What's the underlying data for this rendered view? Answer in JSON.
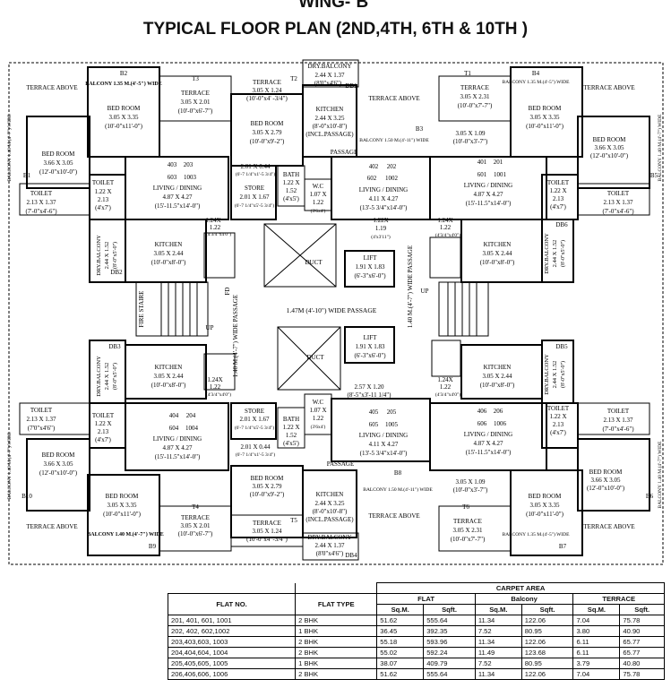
{
  "header": {
    "wing": "WING-`B'",
    "title": "TYPICAL FLOOR PLAN (2ND,4TH, 6TH & 10TH )"
  },
  "plan": {
    "tl": {
      "terrace_above": "TERRACE ABOVE",
      "b2_balcony": "BALCONY 1.35 M.(4'-5\") WIDE",
      "b2": "B2",
      "t3": "T3",
      "terrace": "TERRACE",
      "terrace_dim": "3.05 X 2.01",
      "terrace_ft": "(10'-0\"x6'-7\")",
      "bed1": "BED ROOM",
      "bed1_dim": "3.05 X 3.35",
      "bed1_ft": "(10'-0\"x11'-0\")",
      "b1_balcony": "BALCONY 1.40 M.(4'-7\") WIDE",
      "bed2": "BED ROOM",
      "bed2_dim": "3.66 X 3.05",
      "bed2_ft": "(12'-0\"x10'-0\")",
      "b1": "B1",
      "toilet1": "TOILET",
      "toilet1_dim": "2.13 X 1.37",
      "toilet1_ft": "(7'-0\"x4'-6\")",
      "toilet2": "TOILET",
      "toilet2_dim": "1.22 X",
      "toilet2_dim2": "2.13",
      "toilet2_ft": "(4'x7')",
      "flats": [
        "403",
        "203",
        "603",
        "1003"
      ],
      "living": "LIVING / DINING",
      "living_dim": "4.87 X 4.27",
      "living_ft": "(15'-11.5\"x14'-0\")",
      "dry": "DRY.BALCONY",
      "dry_dim": "2.44 X 1.52",
      "dry_ft": "(8'-0\"x5'-0\")",
      "db2": "DB2",
      "kitchen": "KITCHEN",
      "kitchen_dim": "3.05 X 2.44",
      "kitchen_ft": "(10'-0\"x8'-0\")",
      "s124": "1.24X",
      "s122": "1.22",
      "s_ft": "(4'3/4\"x4'0\")"
    },
    "tc": {
      "dry": "DRY.BALCONY",
      "dry_dim": "2.44 X 1.37",
      "dry_ft": "(8'0\"x4'6\")",
      "db1": "DB1",
      "t2": "T2",
      "terrace": "TERRACE",
      "terrace_dim": "3.05 X 1.24",
      "terrace_ft": "(10'-0\"x4' -3/4\")",
      "kitchen": "KITCHEN",
      "kitchen_dim": "2.44 X 3.25",
      "kitchen_ft": "(8'-0\"x10'-8\")",
      "kitchen_note": "(INCL.PASSAGE)",
      "bed": "BED ROOM",
      "bed_dim": "3.05 X 2.79",
      "bed_ft": "(10'-0\"x9'-2\")",
      "passage": "PASSAGE",
      "s201": "2.01 X 0.44",
      "s201_ft": "(6'-7 1/4\"x1'-5 3/4\")",
      "store": "STORE",
      "store_dim": "2.01 X 1.67",
      "store_ft": "(6'-7 1/4\"x5'-5 3/4\")",
      "bath": "BATH",
      "bath_dim": "1.22 X",
      "bath_dim2": "1.52",
      "bath_ft": "(4'x5')",
      "wc": "W.C",
      "wc_dim": "1.07 X",
      "wc_dim2": "1.22",
      "wc_ft": "(3'6x4')",
      "flats": [
        "402",
        "202",
        "602",
        "1002"
      ],
      "living": "LIVING / DINING",
      "living_dim": "4.11 X 4.27",
      "living_ft": "(13'-5 3/4\"x14'-0\")",
      "s122": "1.22X",
      "s119": "1.19",
      "s122_ft": "(4'x3'11\")"
    },
    "tr": {
      "terrace_above_l": "TERRACE ABOVE",
      "b3_balcony": "BALCONY 1.50 M.(4'-11\") WIDE",
      "b3": "B3",
      "t1": "T1",
      "terrace": "TERRACE",
      "terrace_dim": "3.05 X 2.31",
      "terrace_ft": "(10'-0\"x7'-7\")",
      "small_dim": "3.05 X 1.09",
      "small_ft": "(10'-0\"x3'-7\")",
      "b4_balcony": "BALCONY 1.35 M.(4'-5\") WIDE",
      "b4": "B4",
      "terrace_above_r": "TERRACE ABOVE",
      "bed1": "BED ROOM",
      "bed1_dim": "3.05 X 3.35",
      "bed1_ft": "(10'-0\"x11'-0\")",
      "bed2": "BED ROOM",
      "bed2_dim": "3.66 X 3.05",
      "bed2_ft": "(12'-0\"x10'-0\")",
      "b5_balcony": "BALCONY 1.40 M.(4'-7\") WIDE",
      "b5": "B5",
      "flats": [
        "401",
        "201",
        "601",
        "1001"
      ],
      "living": "LIVING / DINING",
      "living_dim": "4.87 X 4.27",
      "living_ft": "(15'-11.5\"x14'-0\")",
      "toilet1": "TOILET",
      "toilet1_dim": "1.22 X",
      "toilet1_dim2": "2.13",
      "toilet1_ft": "(4'x7')",
      "toilet2": "TOILET",
      "toilet2_dim": "2.13 X 1.37",
      "toilet2_ft": "(7'-0\"x4'-6\")",
      "s124": "1.24X",
      "s122": "1.22",
      "s_ft": "(4'3/4\"x4'0\")",
      "kitchen": "KITCHEN",
      "kitchen_dim": "3.05 X 2.44",
      "kitchen_ft": "(10'-0\"x8'-0\")",
      "dry": "DRY.BALCONY",
      "dry_dim": "2.44 X 1.52",
      "dry_ft": "(8'-0\"x5'-0\")",
      "db6": "DB6"
    },
    "core": {
      "duct1": "DUCT",
      "lift1": "LIFT",
      "lift1_dim": "1.91 X 1.83",
      "lift1_ft": "(6'-3\"x6'-0\")",
      "duct2": "DUCT",
      "lift2": "LIFT",
      "lift2_dim": "1.91 X 1.83",
      "lift2_ft": "(6'-3\"x6'-0\")",
      "lobby_dim": "2.57 X 1.20",
      "lobby_ft": "(8'-5\"x3'-11 1/4\")",
      "wide_passage_h": "1.47M (4'-10\") WIDE PASSAGE",
      "wide_passage_l": "1.40 M.(4'-7\") WIDE PASSAGE",
      "wide_passage_r": "1.40 M.(4'-7\") WIDE PASSAGE",
      "fire_stair": "FIRE STAIRE",
      "up_l": "UP",
      "up_r": "UP",
      "fd": "FD"
    },
    "bl": {
      "db3": "DB3",
      "dry": "DRY.BALCONY",
      "dry_dim": "2.44 X 1.52",
      "dry_ft": "(8'-0\"x5'-0\")",
      "kitchen": "KITCHEN",
      "kitchen_dim": "3.05 X 2.44",
      "kitchen_ft": "(10'-0\"x8'-0\")",
      "s124": "1.24X",
      "s122": "1.22",
      "s_ft": "(4'3/4\"x4'0\")",
      "toilet1": "TOILET",
      "toilet1_dim": "2.13 X 1.37",
      "toilet1_ft": "(7'0\"x4'6\")",
      "toilet2": "TOILET",
      "toilet2_dim": "1.22 X",
      "toilet2_dim2": "2.13",
      "toilet2_ft": "(4'x7')",
      "flats": [
        "404",
        "204",
        "604",
        "1004"
      ],
      "living": "LIVING / DINING",
      "living_dim": "4.87 X 4.27",
      "living_ft": "(15'-11.5\"x14'-0\")",
      "b10_balcony": "BALCONY 1.40 M.(4'-7\") WIDE",
      "b10": "B10",
      "bed2": "BED ROOM",
      "bed2_dim": "3.66 X 3.05",
      "bed2_ft": "(12'-0\"x10'-0\")",
      "bed1": "BED ROOM",
      "bed1_dim": "3.05 X 3.35",
      "bed1_ft": "(10'-0\"x11'-0\")",
      "t4": "T4",
      "terrace": "TERRACE",
      "terrace_dim": "3.05 X 2.01",
      "terrace_ft": "(10'-0\"x6'-7\")",
      "terrace_above": "TERRACE ABOVE",
      "b9_balcony": "BALCONY 1.40 M.(4'-7\") WIDE",
      "b9": "B9"
    },
    "bc": {
      "store": "STORE",
      "store_dim": "2.01 X 1.67",
      "store_ft": "(6'-7 1/4\"x5'-5 3/4\")",
      "bath": "BATH",
      "bath_dim": "1.22 X",
      "bath_dim2": "1.52",
      "bath_ft": "(4'x5')",
      "wc": "W.C",
      "wc_dim": "1.07 X",
      "wc_dim2": "1.22",
      "wc_ft": "(3'6x4')",
      "flats": [
        "405",
        "205",
        "605",
        "1005"
      ],
      "living": "LIVING / DINING",
      "living_dim": "4.11 X 4.27",
      "living_ft": "(13'-5 3/4\"x14'-0\")",
      "s201": "2.01 X 0.44",
      "s201_ft": "(6'-7 1/4\"x1'-5 3/4\")",
      "passage": "PASSAGE",
      "bed": "BED ROOM",
      "bed_dim": "3.05 X 2.79",
      "bed_ft": "(10'-0\"x9'-2\")",
      "kitchen": "KITCHEN",
      "kitchen_dim": "2.44 X 3.25",
      "kitchen_ft": "(8'-0\"x10'-8\")",
      "kitchen_note": "(INCL.PASSAGE)",
      "t5": "T5",
      "terrace": "TERRACE",
      "terrace_dim": "3.05 X 1.24",
      "terrace_ft": "(10'-0\"x4' -3/4\")",
      "dry": "DRY.BALCONY",
      "dry_dim": "2.44 X 1.37",
      "dry_ft": "(8'0\"x4'6\")",
      "db4": "DB4"
    },
    "br": {
      "db5": "DB5",
      "dry": "DRY.BALCONY",
      "dry_dim": "2.44 X 1.52",
      "dry_ft": "(8'-0\"x5'-0\")",
      "kitchen": "KITCHEN",
      "kitchen_dim": "3.05 X 2.44",
      "kitchen_ft": "(10'-0\"x8'-0\")",
      "s124": "1.24X",
      "s122": "1.22",
      "s_ft": "(4'3/4\"x4'0\")",
      "toilet1": "TOILET",
      "toilet1_dim": "1.22 X",
      "toilet1_dim2": "2.13",
      "toilet1_ft": "(4'x7')",
      "toilet2": "TOILET",
      "toilet2_dim": "2.13 X 1.37",
      "toilet2_ft": "(7'-0\"x4'-6\")",
      "flats": [
        "406",
        "206",
        "606",
        "1006"
      ],
      "living": "LIVING / DINING",
      "living_dim": "4.87 X 4.27",
      "living_ft": "(15'-11.5\"x14'-0\")",
      "b8": "B8",
      "b8_balcony": "BALCONY 1.50 M.(4'-11\") WIDE",
      "small_dim": "3.05 X 1.09",
      "small_ft": "(10'-0\"x3'-7\")",
      "terrace_above_l": "TERRACE ABOVE",
      "t6": "T6",
      "terrace": "TERRACE",
      "terrace_dim": "3.05 X 2.31",
      "terrace_ft": "(10'-0\"x7'-7\")",
      "bed2": "BED ROOM",
      "bed2_dim": "3.66 X 3.05",
      "bed2_ft": "(12'-0\"x10'-0\")",
      "bed1": "BED ROOM",
      "bed1_dim": "3.05 X 3.35",
      "bed1_ft": "(10'-0\"x11'-0\")",
      "b6_balcony": "BALCONY 1.40 M.(4'-7\") WIDE",
      "b6": "B6",
      "b7_balcony": "BALCONY 1.35 M.(4'-5\") WIDE",
      "b7": "B7",
      "terrace_above_r": "TERRACE ABOVE"
    }
  },
  "table": {
    "headers": {
      "carpet": "CARPET AREA",
      "flat_no": "FLAT NO.",
      "flat_type": "FLAT TYPE",
      "flat": "FLAT",
      "balcony": "Balcony",
      "terrace": "TERRACE",
      "sqm": "Sq.M.",
      "sqft": "Sqft."
    },
    "rows": [
      [
        "201, 401, 601, 1001",
        "2 BHK",
        "51.62",
        "555.64",
        "11.34",
        "122.06",
        "7.04",
        "75.78"
      ],
      [
        "202, 402, 602,1002",
        "1 BHK",
        "36.45",
        "392.35",
        "7.52",
        "80.95",
        "3.80",
        "40.90"
      ],
      [
        "203,403,603, 1003",
        "2 BHK",
        "55.18",
        "593.96",
        "11.34",
        "122.06",
        "6.11",
        "65.77"
      ],
      [
        "204,404,604, 1004",
        "2 BHK",
        "55.02",
        "592.24",
        "11.49",
        "123.68",
        "6.11",
        "65.77"
      ],
      [
        "205,405,605, 1005",
        "1 BHK",
        "38.07",
        "409.79",
        "7.52",
        "80.95",
        "3.79",
        "40.80"
      ],
      [
        "206,406,606, 1006",
        "2 BHK",
        "51.62",
        "555.64",
        "11.34",
        "122.06",
        "7.04",
        "75.78"
      ]
    ]
  }
}
